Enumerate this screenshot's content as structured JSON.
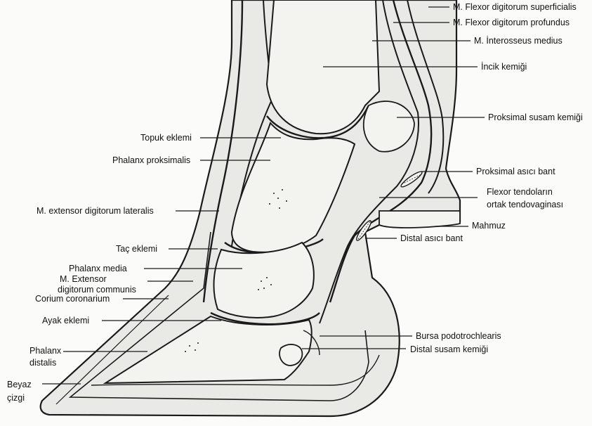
{
  "labels": {
    "m_flexor_superficialis": "M. Flexor digitorum superficialis",
    "m_flexor_profundus": "M. Flexor digitorum profundus",
    "m_interosseus": "M. İnterosseus medius",
    "incik_kemigi": "İncik kemiği",
    "proksimal_susam": "Proksimal susam kemiği",
    "topuk_eklemi": "Topuk eklemi",
    "phalanx_proksimalis": "Phalanx proksimalis",
    "proksimal_asici_bant": "Proksimal asıcı bant",
    "flexor_tendon_line1": "Flexor tendoların",
    "flexor_tendon_line2": "ortak tendovaginası",
    "m_extensor_lateralis": "M. extensor digitorum lateralis",
    "mahmuz": "Mahmuz",
    "distal_asici_bant": "Distal asıcı bant",
    "tac_eklemi": "Taç eklemi",
    "phalanx_media": "Phalanx media",
    "m_extensor_communis_line1": "M. Extensor",
    "m_extensor_communis_line2": "digitorum communis",
    "corium_coronarium": "Corium coronarium",
    "ayak_eklemi": "Ayak eklemi",
    "bursa_podotrochlearis": "Bursa podotrochlearis",
    "distal_susam": "Distal susam kemiği",
    "phalanx_distalis_line1": "Phalanx",
    "phalanx_distalis_line2": "distalis",
    "beyaz_cizgi_line1": "Beyaz",
    "beyaz_cizgi_line2": "çizgi"
  },
  "colors": {
    "ink": "#1a1a1a",
    "fill": "#e9e9e5",
    "fill_light": "#f3f3f0",
    "paper": "#fbfbf9"
  }
}
